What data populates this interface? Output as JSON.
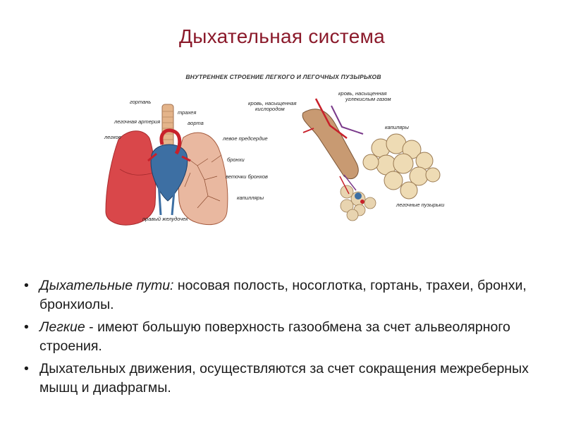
{
  "slide": {
    "title": "Дыхательная система"
  },
  "figure": {
    "heading": "ВНУТРЕННЕК СТРОЕНИЕ ЛЕГКОГО И ЛЕГОЧНЫХ ПУЗЫРЬКОВ",
    "labels": {
      "gortan": "гортань",
      "traheya": "трахея",
      "legochnaya_arteriya": "легочная артерия",
      "aorta": "аорта",
      "legkoe": "легкое",
      "levoe_predserdie": "левое предсердие",
      "bronhi": "бронхи",
      "vetochki_bronhov": "веточки бронхов",
      "kapillyary": "капилляры",
      "pravyi_zheludochek": "правый желудочек",
      "krov_kislorod_1": "кровь, насыщенная",
      "krov_kislorod_2": "кислородом",
      "krov_uglekislyi_1": "кровь, насыщенная",
      "krov_uglekislyi_2": "углекислым газом",
      "kapilyary_right": "капиляры",
      "legochnye_puzyrki": "легочные пузырьки"
    }
  },
  "bullets": [
    {
      "term": "Дыхательные пути:",
      "text": " носовая полость, носоглотка, гортань, трахеи, бронхи, бронхиолы."
    },
    {
      "term": "Легкие",
      "text": " - имеют большую поверхность газообмена  за счет альвеолярного строения."
    },
    {
      "term": "",
      "text": "Дыхательных движения, осуществляются за счет сокращения  межреберных мышц и диафрагмы."
    }
  ],
  "bullet_symbol": "•"
}
